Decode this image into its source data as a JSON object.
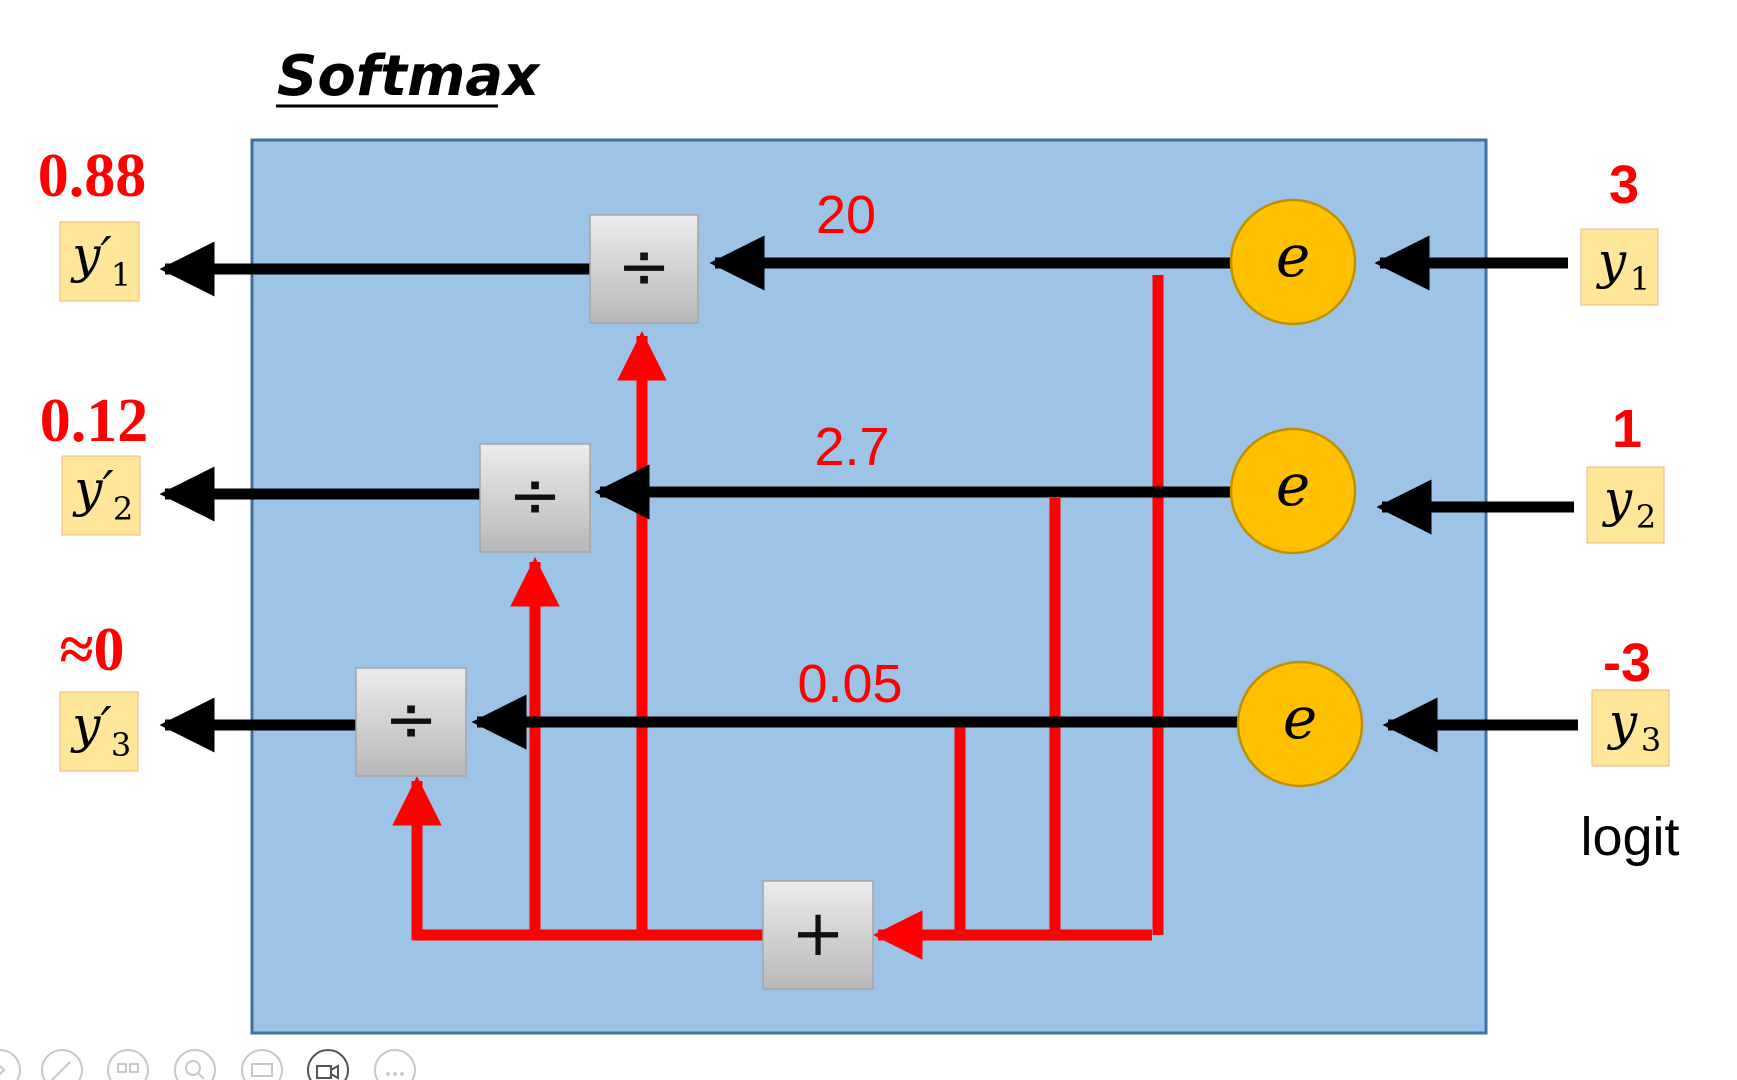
{
  "title": "Softmax",
  "inputs": [
    {
      "symbol": "y",
      "sub": "1",
      "value": "3"
    },
    {
      "symbol": "y",
      "sub": "2",
      "value": "1"
    },
    {
      "symbol": "y",
      "sub": "3",
      "value": "-3"
    }
  ],
  "exp_nodes": [
    {
      "label": "e",
      "output": "20"
    },
    {
      "label": "e",
      "output": "2.7"
    },
    {
      "label": "e",
      "output": "0.05"
    }
  ],
  "divide_symbol": "÷",
  "sum_symbol": "+",
  "outputs": [
    {
      "symbol": "y′",
      "sub": "1",
      "value": "0.88"
    },
    {
      "symbol": "y′",
      "sub": "2",
      "value": "0.12"
    },
    {
      "symbol": "y′",
      "sub": "3",
      "value": "≈0"
    }
  ],
  "input_caption": "logit",
  "colors": {
    "panel": "#9dc3e6",
    "panel_border": "#41719c",
    "node_fill": "#ffc000",
    "node_border": "#bf9000",
    "label_box": "#ffe699",
    "flow_red": "#ff0000",
    "flow_black": "#000000"
  },
  "toolbar_icons": [
    "previous-icon",
    "pen-icon",
    "grid-icon",
    "zoom-icon",
    "subtitles-icon",
    "camera-icon",
    "more-icon"
  ]
}
